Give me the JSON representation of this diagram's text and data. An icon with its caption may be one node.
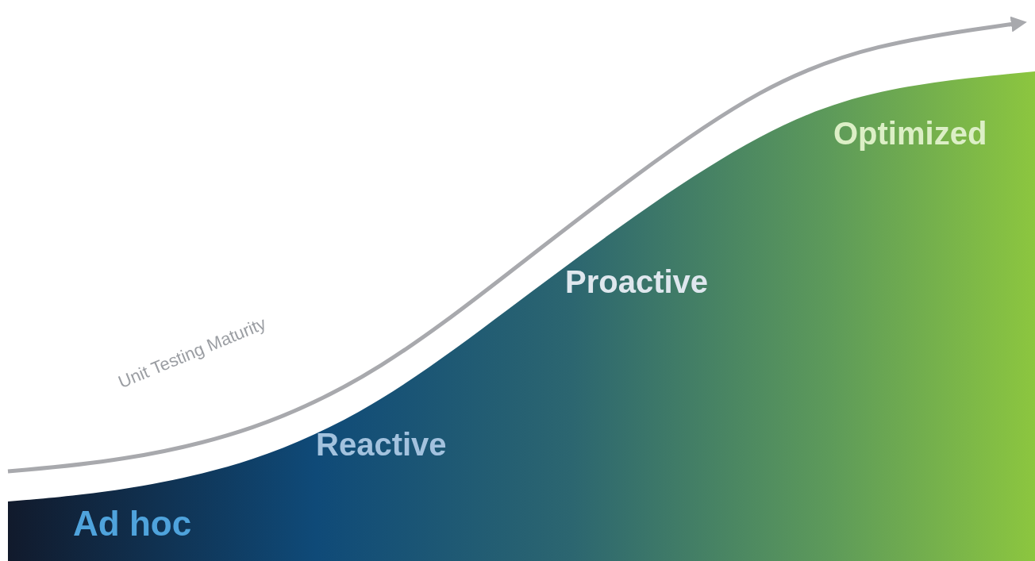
{
  "diagram": {
    "labels": [
      "Unit Testing Maturity",
      "Ad hoc",
      "Reactive",
      "Proactive",
      "Optimized"
    ]
  }
}
